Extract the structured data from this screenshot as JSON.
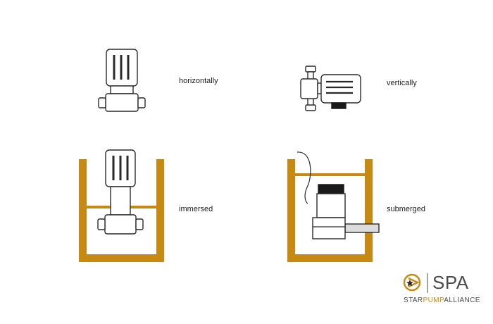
{
  "colors": {
    "tank": "#c68a12",
    "outline": "#2a2a2a",
    "pump_fill": "#ffffff",
    "motor_top": "#1a1a1a",
    "pipe": "#dcdcdc",
    "logo_accent": "#c68a12",
    "logo_text": "#4a4a4a"
  },
  "labels": {
    "horizontally": "horizontally",
    "vertically": "vertically",
    "immersed": "immersed",
    "submerged": "submerged"
  },
  "logo": {
    "abbr": "SPA",
    "prefix": "STAR",
    "middle": "PUMP",
    "suffix": "ALLIANCE",
    "icon": "star-circle-arrow-icon"
  }
}
